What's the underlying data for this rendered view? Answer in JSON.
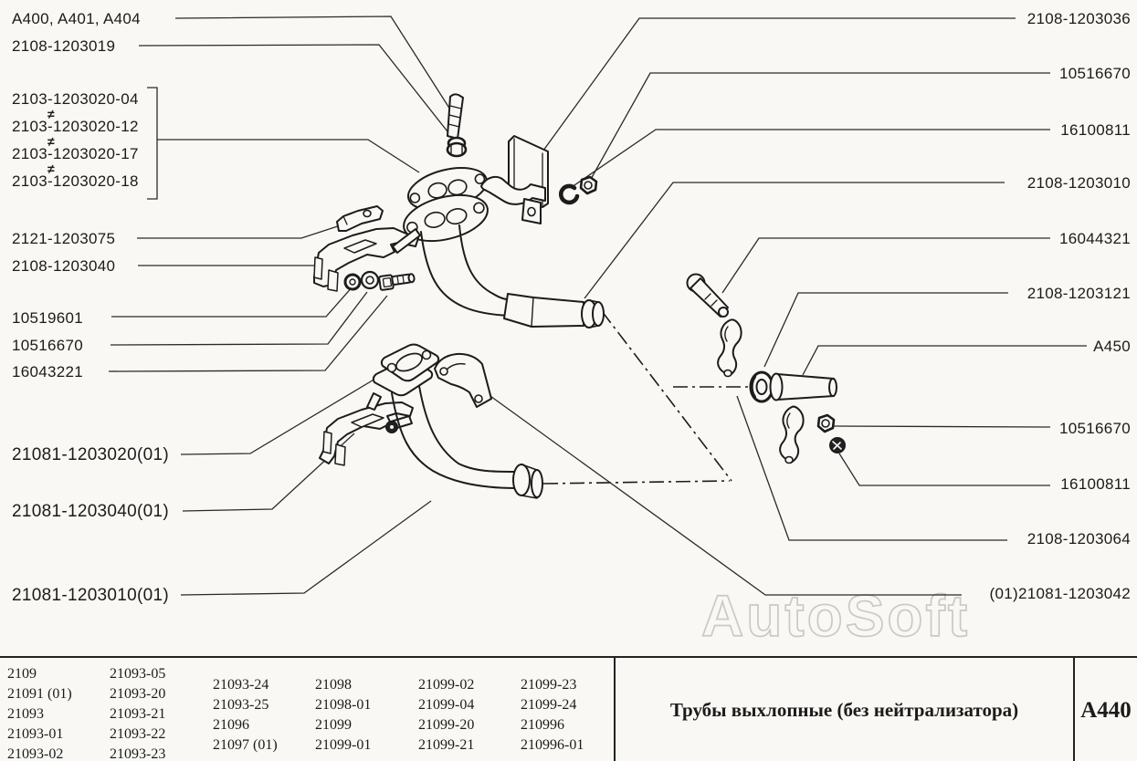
{
  "diagram": {
    "left_labels": [
      {
        "text": "A400, A401, A404"
      },
      {
        "text": "2108-1203019"
      },
      {
        "text": "2121-1203075"
      },
      {
        "text": "2108-1203040"
      },
      {
        "text": "10519601"
      },
      {
        "text": "10516670"
      },
      {
        "text": "16043221"
      },
      {
        "text": "21081-1203020(01)"
      },
      {
        "text": "21081-1203040(01)"
      },
      {
        "text": "21081-1203010(01)"
      }
    ],
    "variant_group": {
      "items": [
        "2103-1203020-04",
        "2103-1203020-12",
        "2103-1203020-17",
        "2103-1203020-18"
      ],
      "separator": "≠"
    },
    "right_labels": [
      {
        "text": "2108-1203036"
      },
      {
        "text": "10516670"
      },
      {
        "text": "16100811"
      },
      {
        "text": "2108-1203010"
      },
      {
        "text": "16044321"
      },
      {
        "text": "2108-1203121"
      },
      {
        "text": "A450"
      },
      {
        "text": "10516670"
      },
      {
        "text": "16100811"
      },
      {
        "text": "2108-1203064"
      },
      {
        "text": "(01)21081-1203042"
      }
    ],
    "watermark": "AutoSoft"
  },
  "table": {
    "columns": [
      [
        "2109",
        "21091 (01)",
        "21093",
        "21093-01",
        "21093-02"
      ],
      [
        "21093-05",
        "21093-20",
        "21093-21",
        "21093-22",
        "21093-23"
      ],
      [
        "21093-24",
        "21093-25",
        "21096",
        "21097 (01)"
      ],
      [
        "21098",
        "21098-01",
        "21099",
        "21099-01"
      ],
      [
        "21099-02",
        "21099-04",
        "21099-20",
        "21099-21"
      ],
      [
        "21099-23",
        "21099-24",
        "210996",
        "210996-01"
      ]
    ],
    "title": "Трубы выхлопные (без нейтрализатора)",
    "sheet_code": "А440"
  }
}
